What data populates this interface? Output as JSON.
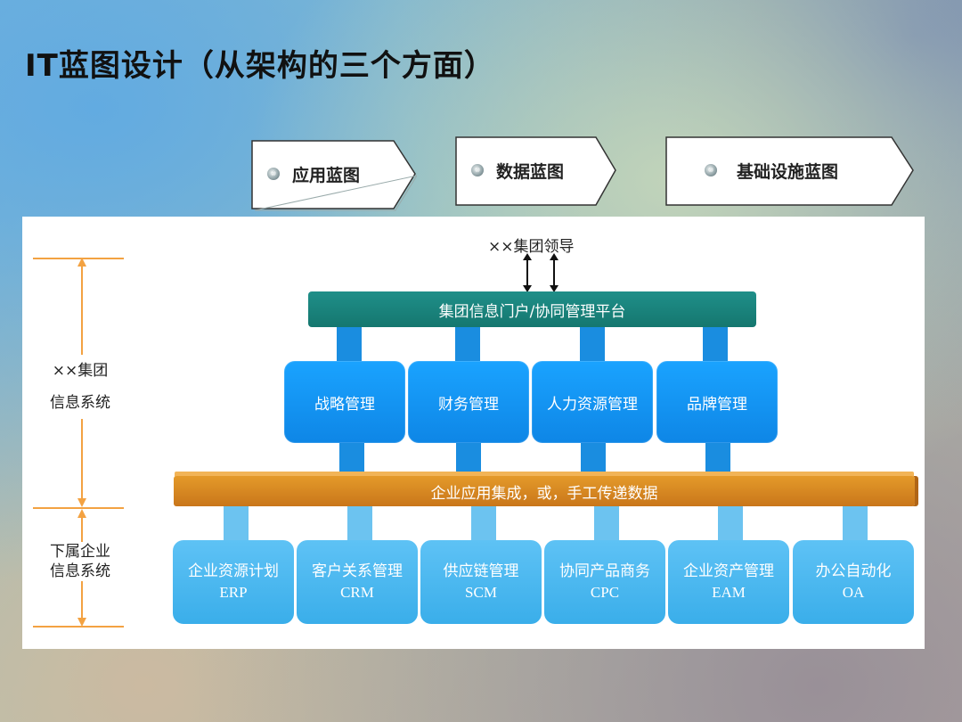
{
  "title": "IT蓝图设计（从架构的三个方面）",
  "chevrons": [
    "应用蓝图",
    "数据蓝图",
    "基础设施蓝图"
  ],
  "leader": "××集团领导",
  "portal": "集团信息门户/协同管理平台",
  "side_labels": {
    "group_line1": "××集团",
    "group_line2": "信息系统",
    "sub_line1": "下属企业",
    "sub_line2": "信息系统"
  },
  "management_modules": [
    "战略管理",
    "财务管理",
    "人力资源管理",
    "品牌管理"
  ],
  "integration_bar": "企业应用集成，或，手工传递数据",
  "applications": [
    {
      "name": "企业资源计划",
      "code": "ERP"
    },
    {
      "name": "客户关系管理",
      "code": "CRM"
    },
    {
      "name": "供应链管理",
      "code": "SCM"
    },
    {
      "name": "协同产品商务",
      "code": "CPC"
    },
    {
      "name": "企业资产管理",
      "code": "EAM"
    },
    {
      "name": "办公自动化",
      "code": "OA"
    }
  ],
  "colors": {
    "portal": "#15776f",
    "module": "#0e86e6",
    "integration": "#d6821f",
    "application": "#3aaeea",
    "bracket": "#f3a242"
  }
}
